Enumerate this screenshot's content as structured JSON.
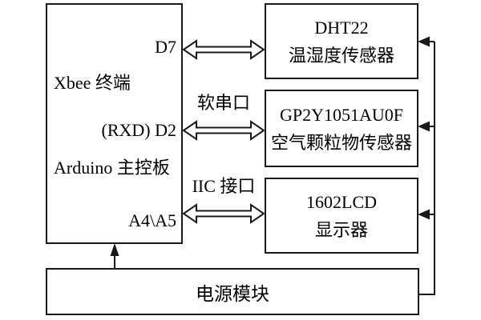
{
  "diagram": {
    "title": "Arduino Xbee sensor system block diagram",
    "colors": {
      "background": "#ffffff",
      "line": "#1a1a1a",
      "text": "#000000"
    },
    "nodes": {
      "controller": {
        "pin_d7": "D7",
        "xbee_label": "Xbee 终端",
        "pin_rxd_d2": "(RXD) D2",
        "arduino_label": "Arduino 主控板",
        "pin_a4a5": "A4\\A5"
      },
      "dht22": {
        "line1": "DHT22",
        "line2": "温湿度传感器"
      },
      "dust": {
        "line1": "GP2Y1051AU0F",
        "line2": "空气颗粒物传感器"
      },
      "lcd": {
        "line1": "1602LCD",
        "line2": "显示器"
      },
      "power": {
        "label": "电源模块"
      }
    },
    "edges": {
      "serial_port_label": "软串口",
      "iic_port_label": "IIC 接口",
      "d7_link": "bidirectional",
      "serial_link": "bidirectional",
      "iic_link": "bidirectional",
      "power_to_controller": "up-arrow",
      "power_bus_to_modules": "left-arrows"
    }
  }
}
